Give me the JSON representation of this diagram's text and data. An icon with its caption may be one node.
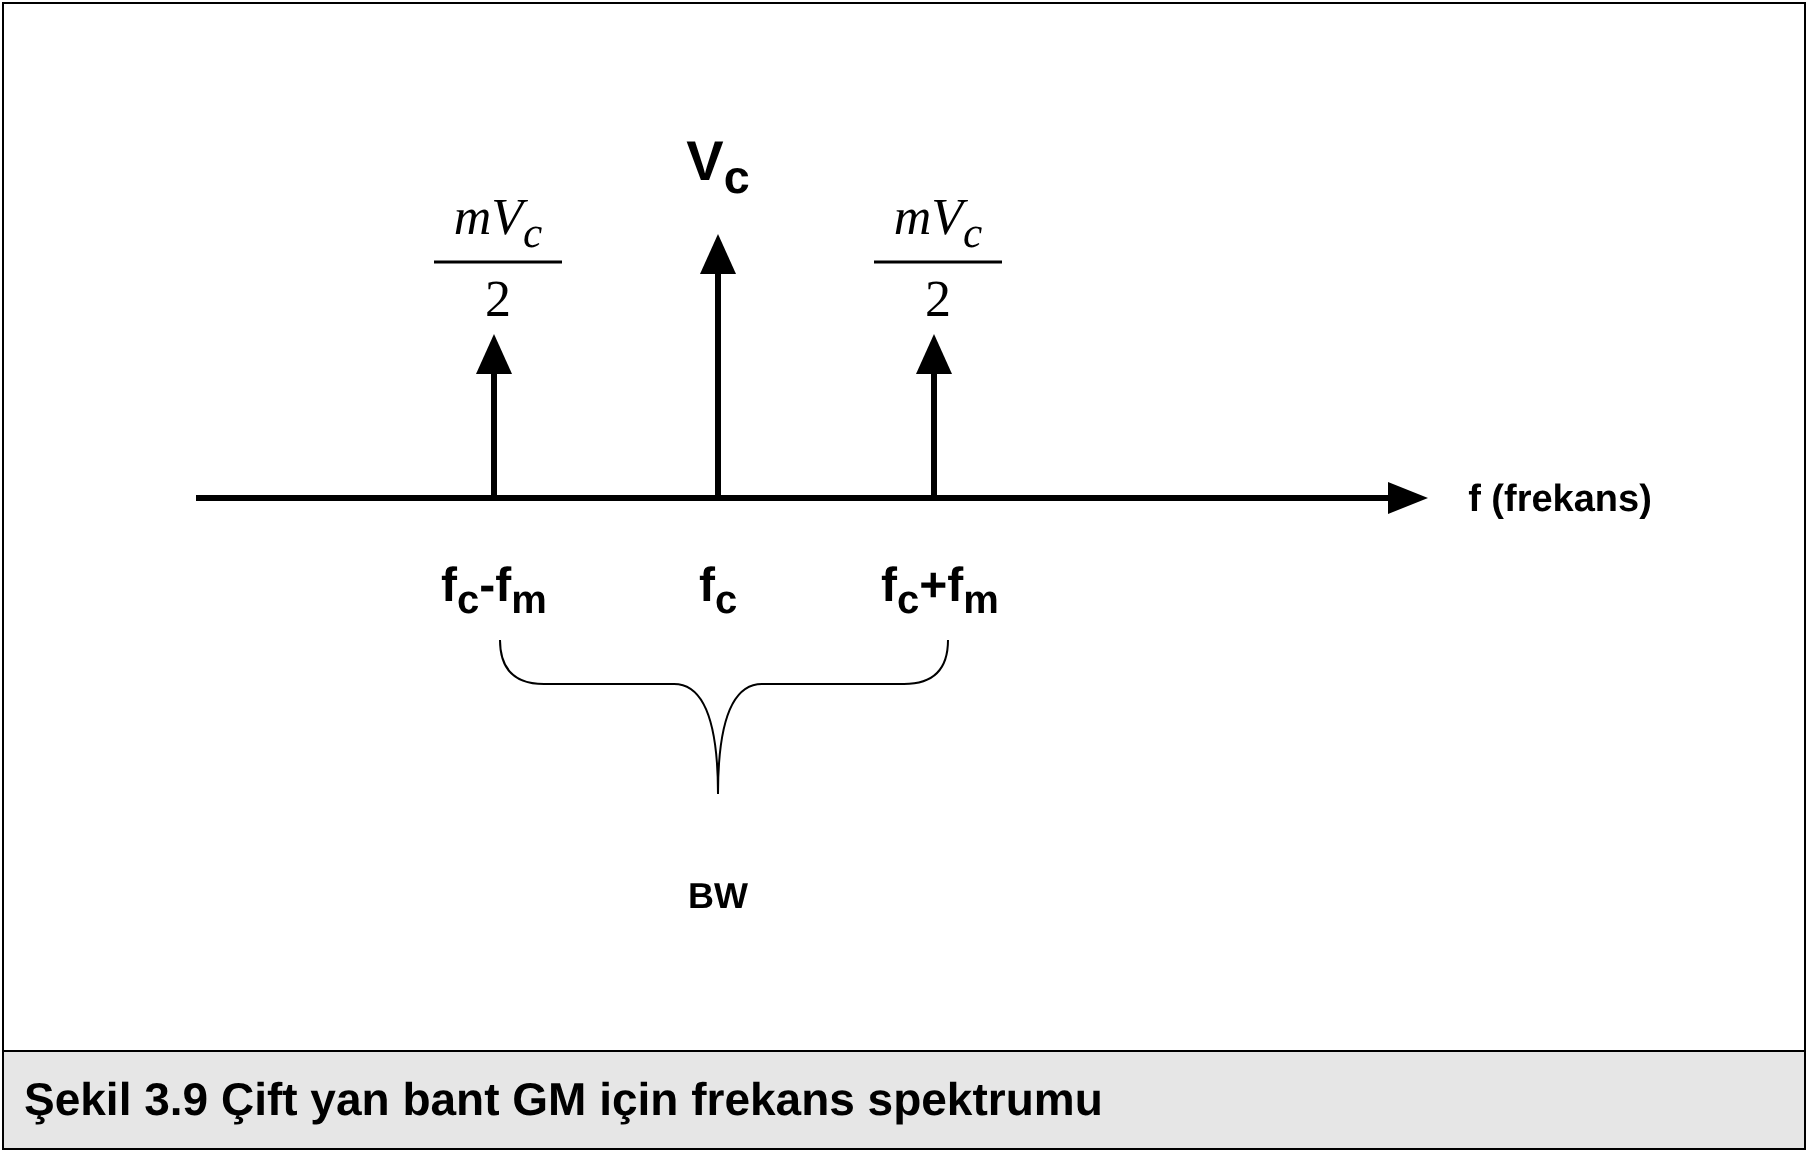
{
  "diagram": {
    "caption": "Şekil 3.9 Çift yan bant GM için frekans spektrumu",
    "labels": [
      "V$_{c}$",
      "mV$_{c}$",
      "2",
      "mV$_{c}$",
      "2",
      "f (frekans)",
      "f$_{c}$-f$_{m}$",
      "f$_{c}$",
      "f$_{c}$+f$_{m}$",
      "BW"
    ]
  }
}
